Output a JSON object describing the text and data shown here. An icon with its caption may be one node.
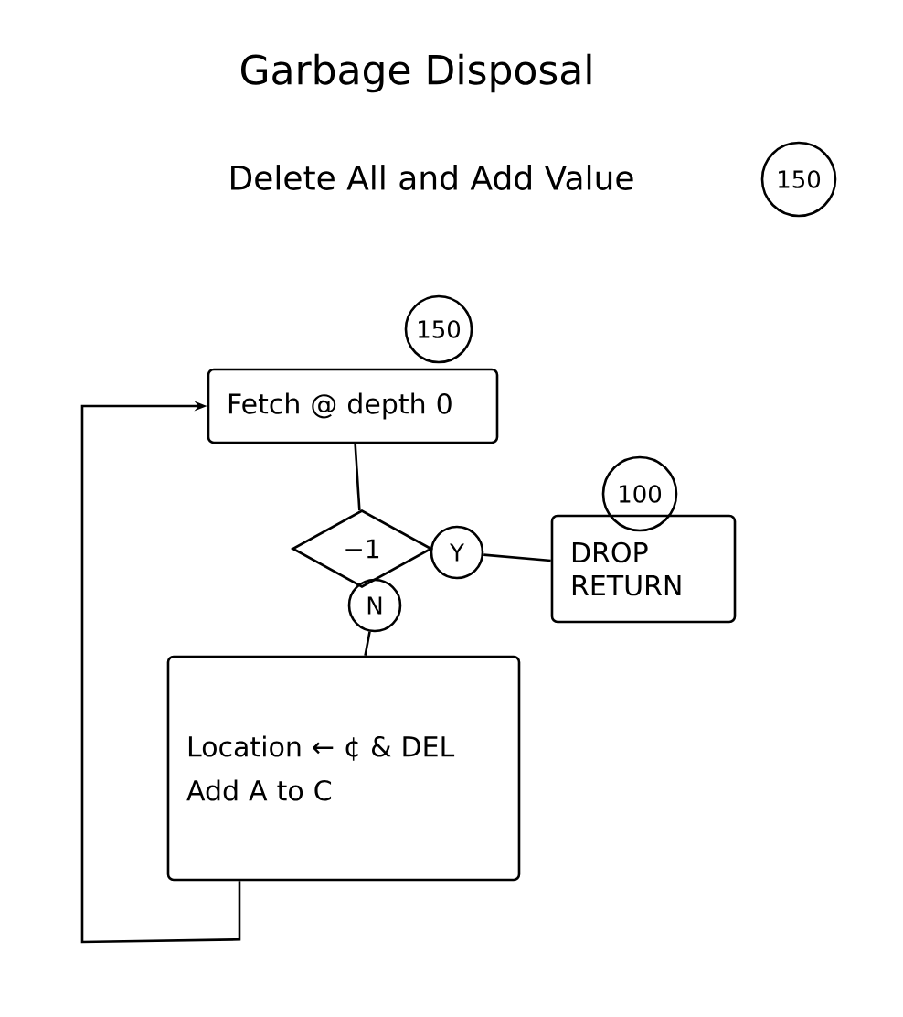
{
  "diagram": {
    "title": "Garbage Disposal",
    "nodes": [
      {
        "text": [
          "150"
        ]
      },
      {
        "text": [
          "150"
        ]
      },
      {
        "text": [
          "Fetch @ depth 0"
        ]
      },
      {
        "text": [
          "−1"
        ]
      },
      {
        "text": [
          "Y"
        ]
      },
      {
        "text": [
          "N"
        ]
      },
      {
        "text": [
          "100"
        ]
      },
      {
        "text": [
          "DROP RETURN"
        ]
      },
      {
        "text": [
          "Location ← ¢ & DEL",
          "Add A to C"
        ]
      }
    ],
    "edges": [
      {
        "from": 2,
        "to": 3,
        "arrow": "none"
      },
      {
        "from": 4,
        "to": 7,
        "arrow": "none"
      },
      {
        "from": 5,
        "to": 8,
        "arrow": "none"
      },
      {
        "from": 8,
        "to": 2,
        "arrow": "to"
      }
    ],
    "labels": [
      "Delete All and Add Value"
    ]
  }
}
